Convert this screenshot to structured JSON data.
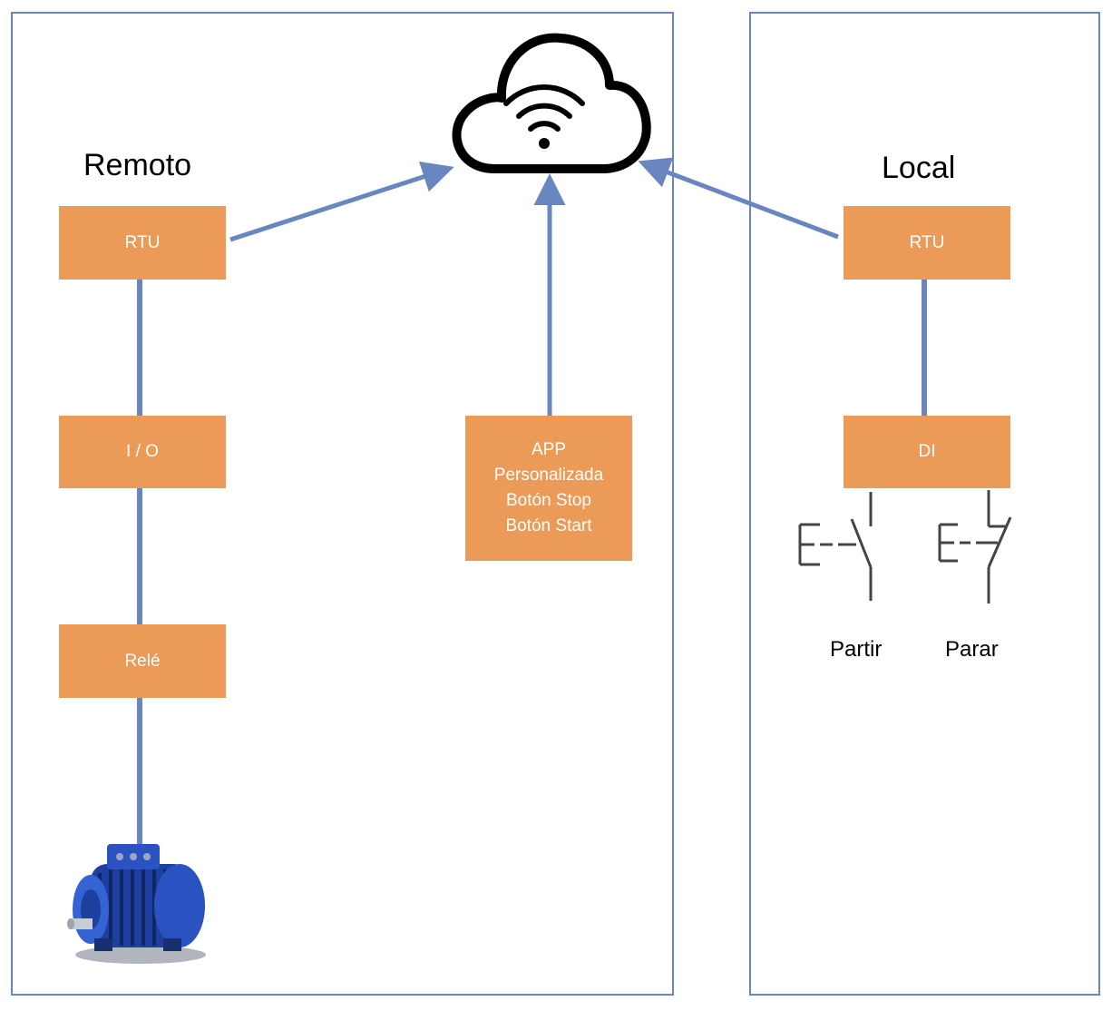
{
  "sections": {
    "remote": {
      "title": "Remoto"
    },
    "local": {
      "title": "Local"
    }
  },
  "nodes": {
    "remote_rtu": "RTU",
    "io": "I / O",
    "rele": "Relé",
    "app": [
      "APP",
      "Personalizada",
      "Botón Stop",
      "Botón Start"
    ],
    "local_rtu": "RTU",
    "di": "DI"
  },
  "switches": {
    "start": "Partir",
    "stop": "Parar"
  },
  "colors": {
    "box_fill": "#ec9a58",
    "box_text": "#ffffff",
    "connector": "#6a86c0",
    "panel_border": "#6a86c0"
  },
  "icons": [
    "cloud-wifi-icon",
    "electric-motor-icon",
    "start-pushbutton-icon",
    "stop-pushbutton-icon"
  ]
}
